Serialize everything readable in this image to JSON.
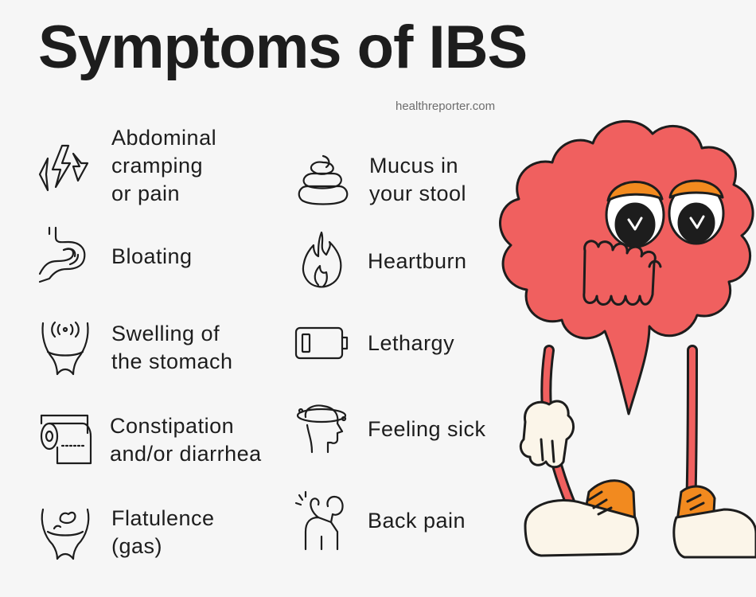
{
  "title": "Symptoms of IBS",
  "source": "healthreporter.com",
  "symptoms": [
    {
      "lines": [
        "Abdominal",
        "cramping",
        "or pain"
      ],
      "icon": "lightning-icon"
    },
    {
      "lines": [
        "Bloating"
      ],
      "icon": "intestine-icon"
    },
    {
      "lines": [
        "Swelling of",
        "the stomach"
      ],
      "icon": "swollen-belly-icon"
    },
    {
      "lines": [
        "Constipation",
        "and/or diarrhea"
      ],
      "icon": "toilet-paper-icon"
    },
    {
      "lines": [
        "Flatulence",
        "(gas)"
      ],
      "icon": "gas-pelvis-icon"
    },
    {
      "lines": [
        "Mucus in",
        "your stool"
      ],
      "icon": "stool-icon"
    },
    {
      "lines": [
        "Heartburn"
      ],
      "icon": "flame-icon"
    },
    {
      "lines": [
        "Lethargy"
      ],
      "icon": "low-battery-icon"
    },
    {
      "lines": [
        "Feeling sick"
      ],
      "icon": "dizzy-head-icon"
    },
    {
      "lines": [
        "Back pain"
      ],
      "icon": "back-pain-icon"
    }
  ],
  "colors": {
    "mascot": "#f0605f",
    "accent": "#f28a1f",
    "text": "#1d1d1d"
  }
}
